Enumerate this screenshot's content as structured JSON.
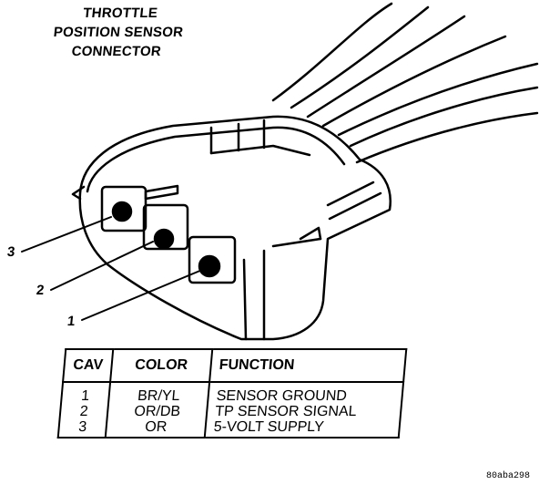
{
  "title_lines": [
    "THROTTLE",
    "POSITION SENSOR",
    "CONNECTOR"
  ],
  "callouts": [
    "3",
    "2",
    "1"
  ],
  "table": {
    "headers": [
      "CAV",
      "COLOR",
      "FUNCTION"
    ],
    "cav": [
      "1",
      "2",
      "3"
    ],
    "color": [
      "BR/YL",
      "OR/DB",
      "OR"
    ],
    "function": [
      "SENSOR GROUND",
      "TP SENSOR SIGNAL",
      "5-VOLT SUPPLY"
    ]
  },
  "figure_id": "80aba298"
}
